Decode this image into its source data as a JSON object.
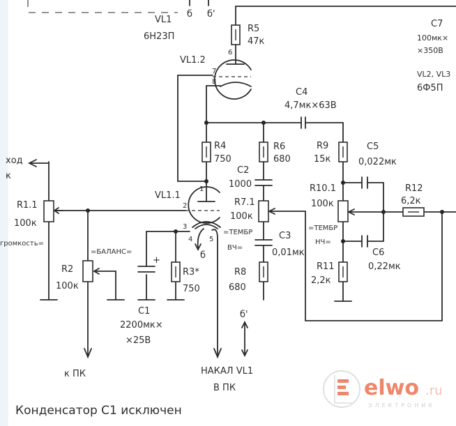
{
  "diagram": {
    "type": "schematic",
    "title_note": "Конденсатор С1 исключен",
    "tubes": {
      "vl1_label": "VL1",
      "vl1_type": "6Н23П",
      "vl1_2_label": "VL1.2",
      "vl1_1_label": "VL1.1",
      "vl2_vl3_label": "VL2, VL3",
      "vl2_vl3_type": "6Ф5П",
      "pins": {
        "p1": "1",
        "p2": "2",
        "p3": "3",
        "p4": "4",
        "p5": "5",
        "p6": "6",
        "p7": "7",
        "p8": "8"
      }
    },
    "top_marks": {
      "b": "б",
      "b_prime": "б'"
    },
    "components": {
      "R1": {
        "name": "R1.1",
        "value": "100к",
        "caption": "громкость="
      },
      "R2": {
        "name": "R2",
        "value": "100к",
        "caption": "=БАЛАНС="
      },
      "R3": {
        "name": "R3*",
        "value": "750"
      },
      "R4": {
        "name": "R4",
        "value": "750"
      },
      "R5": {
        "name": "R5",
        "value": "47к"
      },
      "R6": {
        "name": "R6",
        "value": "680"
      },
      "R7": {
        "name": "R7.1",
        "value": "100к",
        "caption_1": "=ТЕМБР",
        "caption_2": "ВЧ="
      },
      "R8": {
        "name": "R8",
        "value": "680"
      },
      "R9": {
        "name": "R9",
        "value": "15к"
      },
      "R10": {
        "name": "R10.1",
        "value": "100к",
        "caption_1": "=ТЕМБР",
        "caption_2": "НЧ="
      },
      "R11": {
        "name": "R11",
        "value": "2,2к"
      },
      "R12": {
        "name": "R12",
        "value": "6,2к"
      },
      "C1": {
        "name": "C1",
        "value_1": "2200мк×",
        "value_2": "×25В",
        "polarity": "+"
      },
      "C2": {
        "name": "C2",
        "value": "1000"
      },
      "C3": {
        "name": "C3",
        "value": "0,01мк"
      },
      "C4": {
        "name": "C4",
        "value": "4,7мк×63В"
      },
      "C5": {
        "name": "C5",
        "value": "0,022мк"
      },
      "C6": {
        "name": "C6",
        "value": "0,22мк"
      },
      "C7": {
        "name": "C7",
        "value_1": "100мк×",
        "value_2": "×350В"
      }
    },
    "io": {
      "input_label_1": "ход",
      "input_label_2": "к",
      "to_pk": "к ПК",
      "heater_1": "НАКАЛ VL1",
      "heater_2": "В ПК",
      "heater_b": "б",
      "heater_b_prime": "б'"
    },
    "watermark": {
      "brand": "elwo",
      "tld": ".ru",
      "subtitle": "ЭЛЕКТРОНИК",
      "color": "#ee7a5a"
    }
  }
}
